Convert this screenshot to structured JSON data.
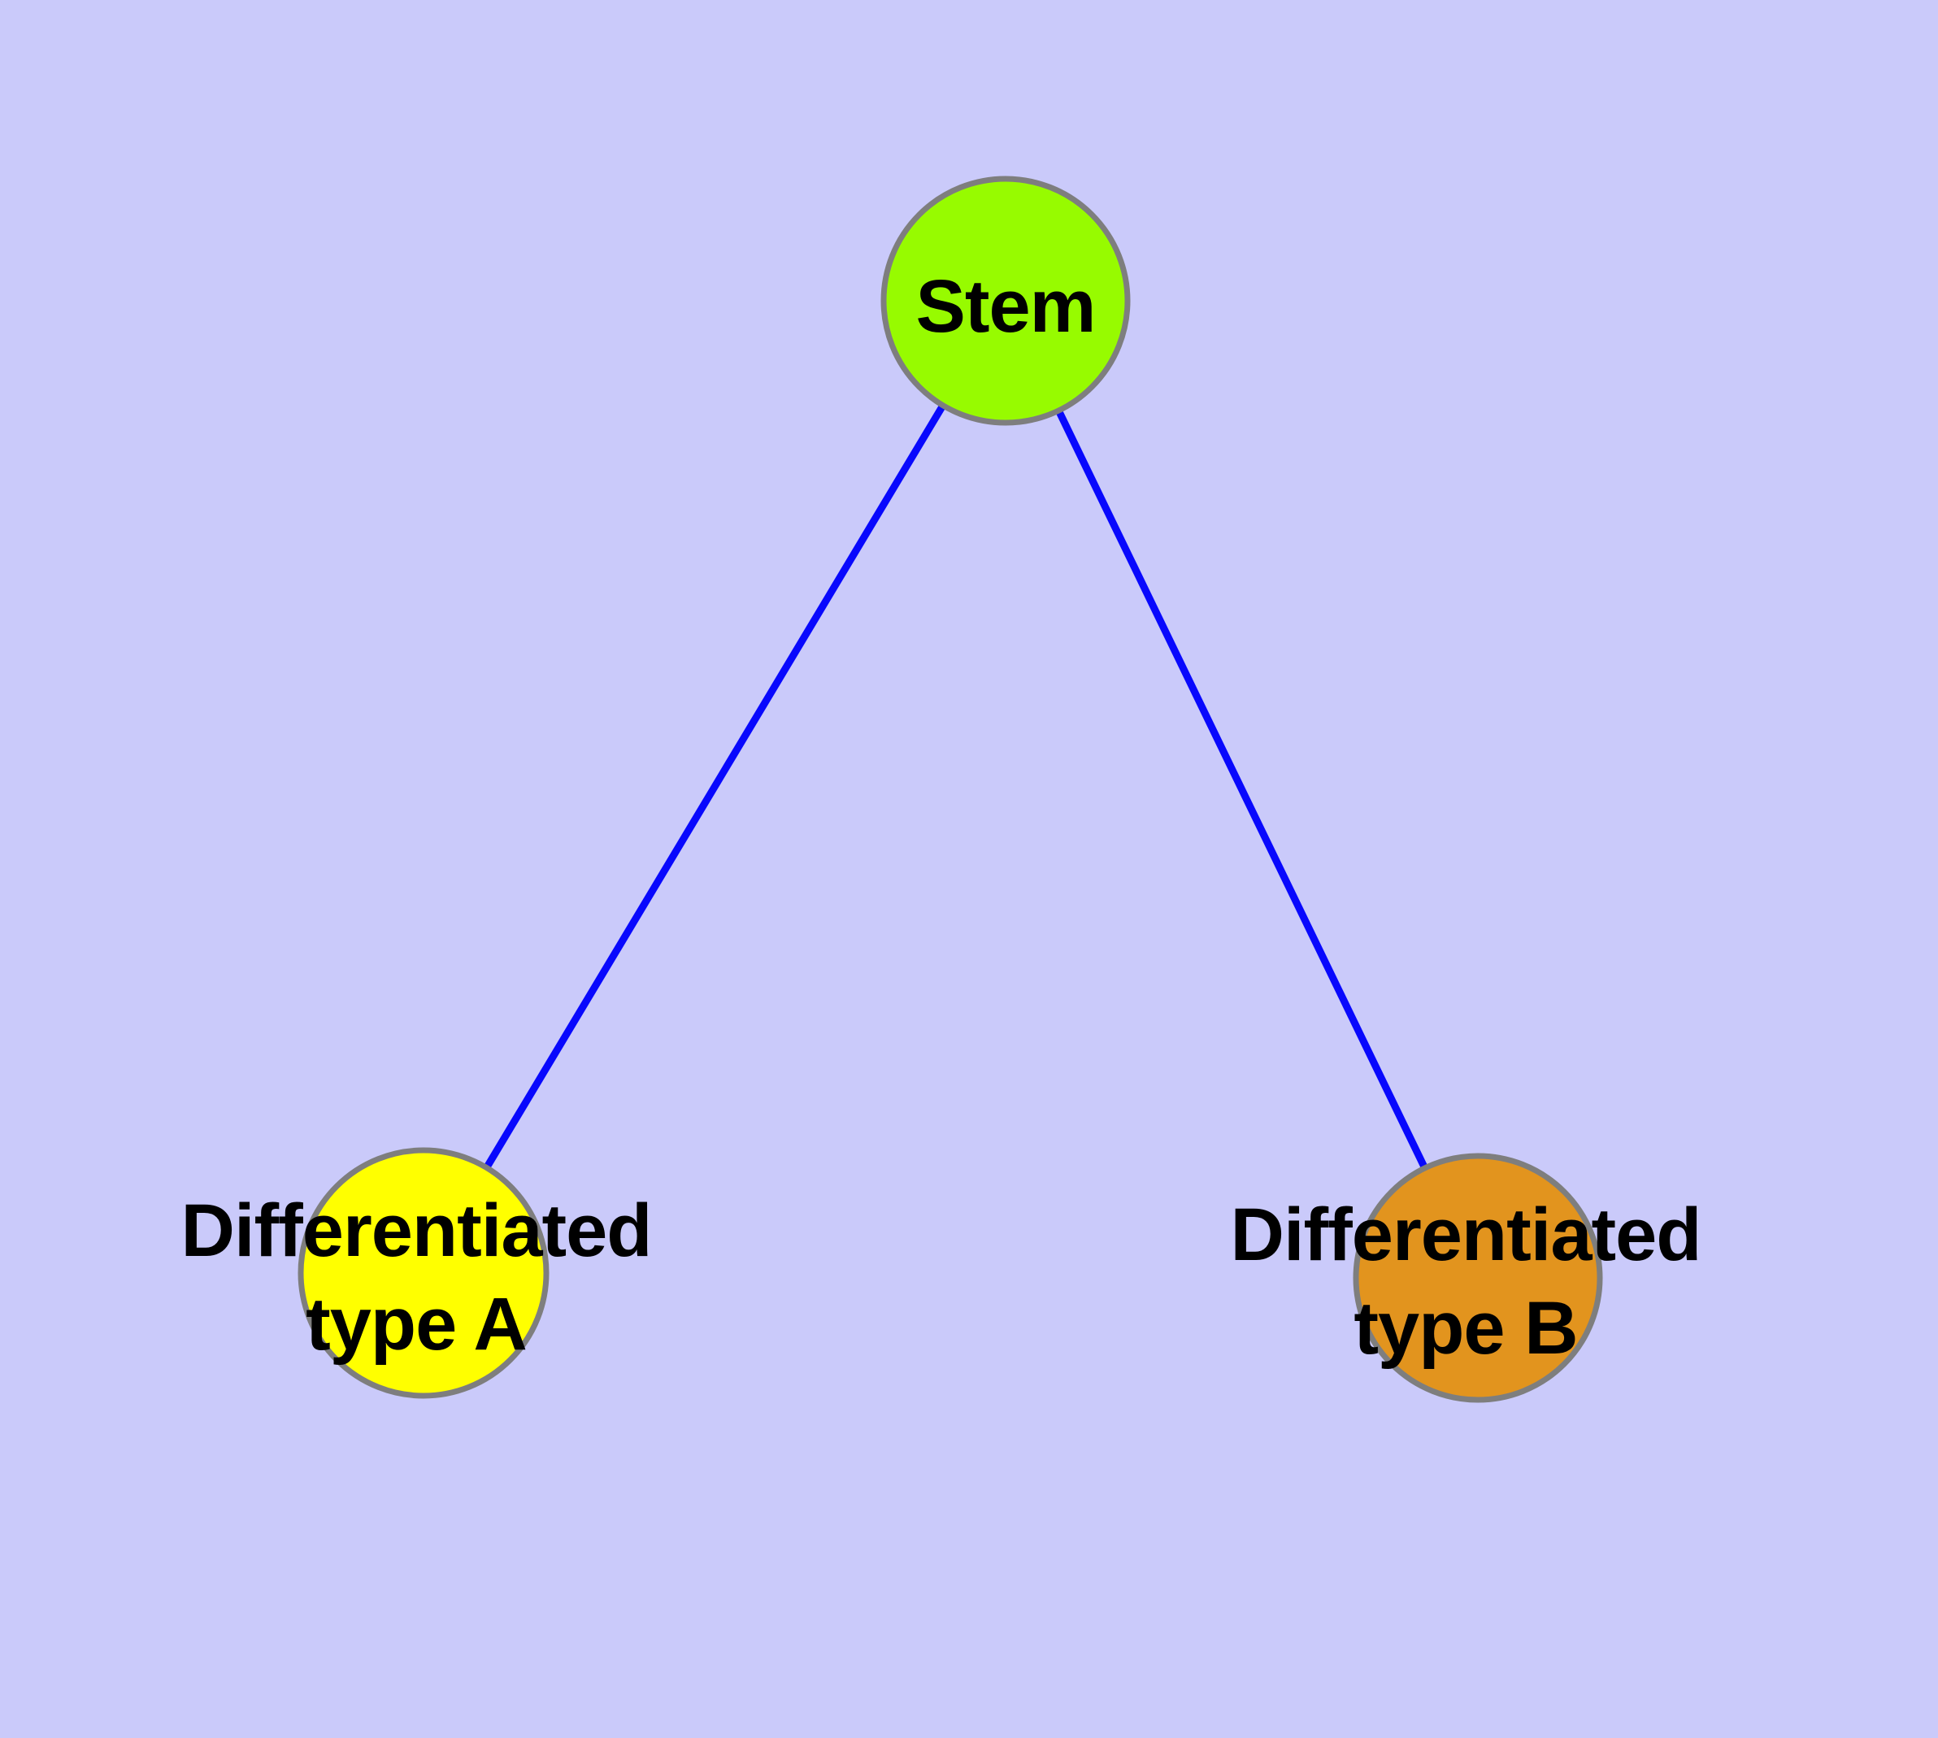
{
  "diagram": {
    "background_color": "#CACAFA",
    "edge_color": "#0808FD",
    "node_border_color": "#7E7E7E",
    "label_color": "#000000",
    "nodes": [
      {
        "id": "stem",
        "label": "Stem",
        "fill_color": "#97FB00"
      },
      {
        "id": "differentiated-type-a",
        "label": "Differentiated type A",
        "label_line1": "Differentiated",
        "label_line2": "type A",
        "fill_color": "#FFFF00"
      },
      {
        "id": "differentiated-type-b",
        "label": "Differentiated type B",
        "label_line1": "Differentiated",
        "label_line2": "type B",
        "fill_color": "#E2941E"
      }
    ],
    "edges": [
      {
        "from": "Stem",
        "to": "Differentiated type A"
      },
      {
        "from": "Stem",
        "to": "Differentiated type B"
      }
    ]
  }
}
